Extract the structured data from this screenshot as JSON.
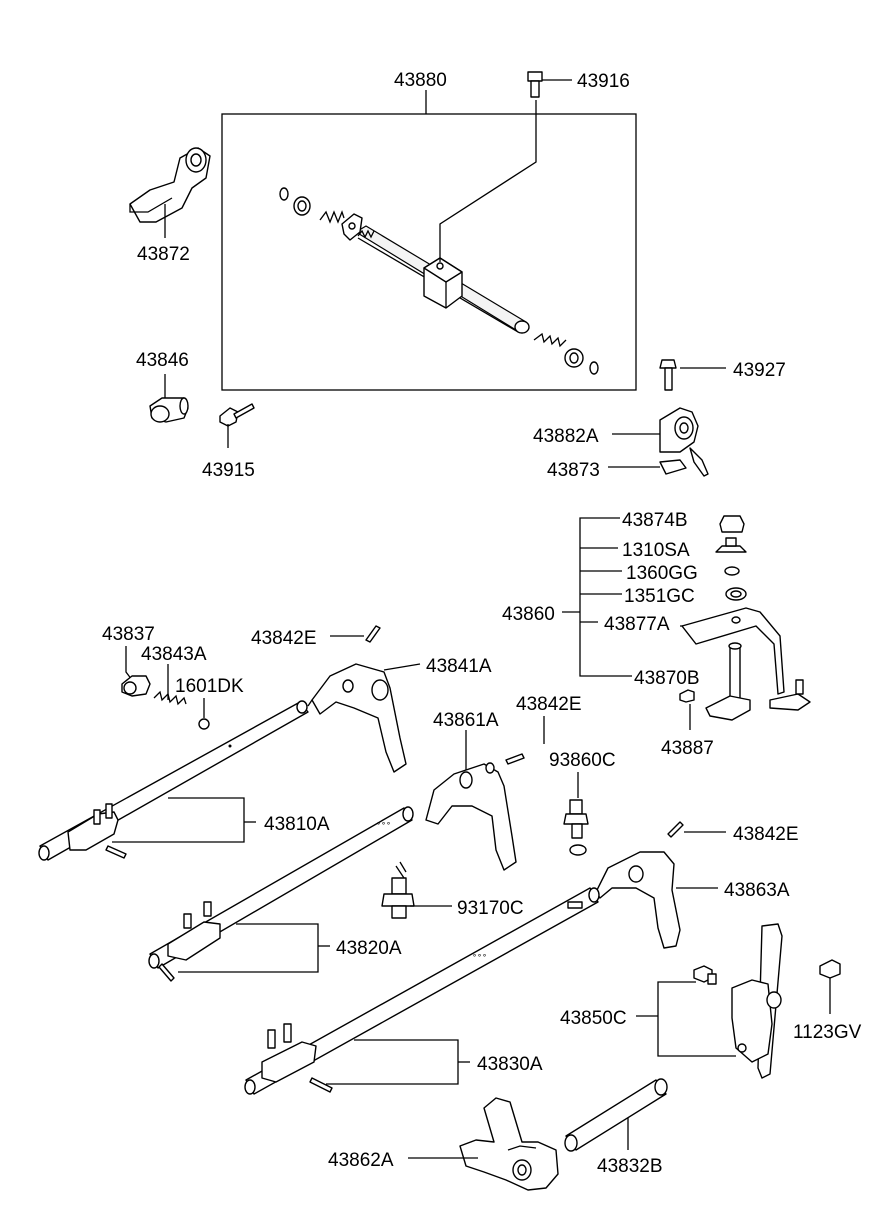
{
  "labels": {
    "l43880": "43880",
    "l43916": "43916",
    "l43872": "43872",
    "l43846": "43846",
    "l43915": "43915",
    "l43927": "43927",
    "l43882A": "43882A",
    "l43873": "43873",
    "l43874B": "43874B",
    "l1310SA": "1310SA",
    "l1360GG": "1360GG",
    "l1351GC": "1351GC",
    "l43860": "43860",
    "l43877A": "43877A",
    "l43870B": "43870B",
    "l43887": "43887",
    "l43837": "43837",
    "l43843A": "43843A",
    "l1601DK": "1601DK",
    "l43842E_a": "43842E",
    "l43841A": "43841A",
    "l43861A": "43861A",
    "l43842E_b": "43842E",
    "l93860C": "93860C",
    "l43810A": "43810A",
    "l43842E_c": "43842E",
    "l43863A": "43863A",
    "l93170C": "93170C",
    "l43820A": "43820A",
    "l43850C": "43850C",
    "l1123GV": "1123GV",
    "l43830A": "43830A",
    "l43862A": "43862A",
    "l43832B": "43832B"
  }
}
